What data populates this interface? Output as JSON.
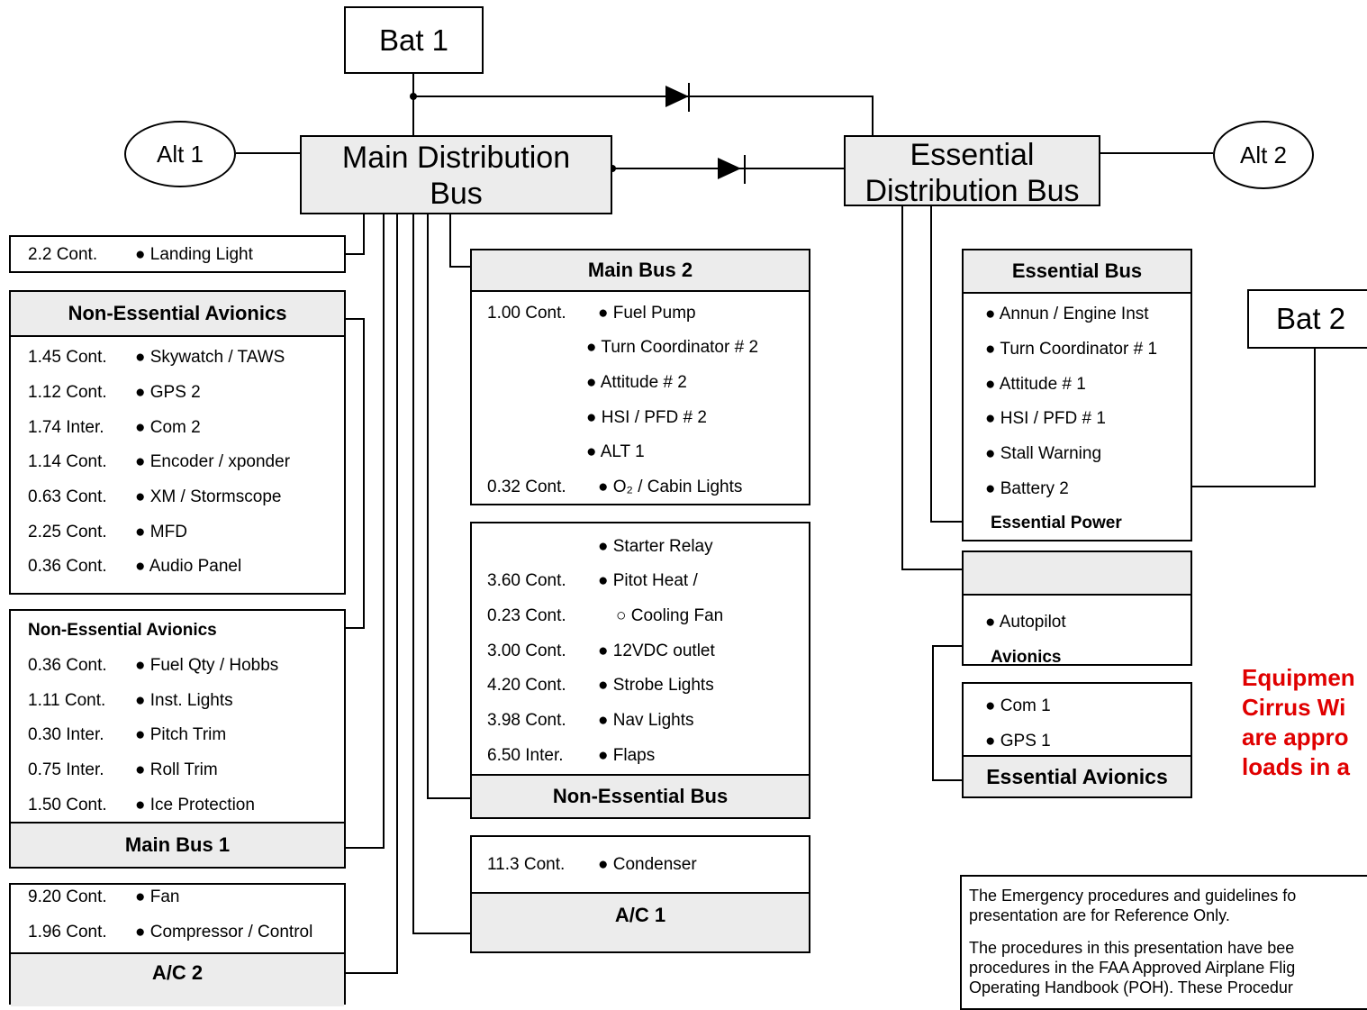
{
  "batteries": {
    "bat1": "Bat 1",
    "bat2": "Bat 2"
  },
  "alternators": {
    "alt1": "Alt 1",
    "alt2": "Alt 2"
  },
  "buses": {
    "main_distribution": [
      "Main Distribution",
      "Bus"
    ],
    "essential_distribution": [
      "Essential",
      "Distribution Bus"
    ]
  },
  "landing_light": {
    "amp": "2.2 Cont.",
    "item": "● Landing Light"
  },
  "non_essential_avionics_1": {
    "title": "Non-Essential Avionics",
    "rows": [
      {
        "amp": "1.45 Cont.",
        "item": "● Skywatch /  TAWS"
      },
      {
        "amp": "1.12 Cont.",
        "item": "● GPS 2"
      },
      {
        "amp": "1.74 Inter.",
        "item": "● Com 2"
      },
      {
        "amp": "1.14 Cont.",
        "item": "● Encoder / xponder"
      },
      {
        "amp": "0.63 Cont.",
        "item": "● XM / Stormscope"
      },
      {
        "amp": "2.25 Cont.",
        "item": "● MFD"
      },
      {
        "amp": "0.36 Cont.",
        "item": "● Audio Panel"
      }
    ]
  },
  "main_bus_1": {
    "title": "Main Bus 1",
    "rows": [
      {
        "amp": "",
        "item": "Non-Essential Avionics"
      },
      {
        "amp": "0.36 Cont.",
        "item": "● Fuel Qty / Hobbs"
      },
      {
        "amp": "1.11 Cont.",
        "item": "● Inst. Lights"
      },
      {
        "amp": "0.30 Inter.",
        "item": "● Pitch Trim"
      },
      {
        "amp": "0.75 Inter.",
        "item": "● Roll Trim"
      },
      {
        "amp": "1.50 Cont.",
        "item": "● Ice Protection"
      }
    ]
  },
  "ac_2": {
    "title": "A/C 2",
    "rows": [
      {
        "amp": "9.20 Cont.",
        "item": "● Fan"
      },
      {
        "amp": "1.96 Cont.",
        "item": "● Compressor / Control"
      }
    ]
  },
  "main_bus_2": {
    "title": "Main Bus 2",
    "rows": [
      {
        "amp": "1.00 Cont.",
        "item": "● Fuel Pump"
      },
      {
        "amp": "",
        "item": "● Turn Coordinator # 2"
      },
      {
        "amp": "",
        "item": "● Attitude # 2"
      },
      {
        "amp": "",
        "item": "● HSI / PFD # 2"
      },
      {
        "amp": "",
        "item": "● ALT 1"
      },
      {
        "amp": "0.32 Cont.",
        "item": "● O₂ / Cabin Lights"
      }
    ]
  },
  "non_essential_bus": {
    "title": "Non-Essential Bus",
    "rows": [
      {
        "amp": "",
        "item": "● Starter Relay"
      },
      {
        "amp": "3.60 Cont.",
        "item": "● Pitot Heat /"
      },
      {
        "amp": "0.23 Cont.",
        "item": "○ Cooling Fan"
      },
      {
        "amp": "3.00 Cont.",
        "item": "● 12VDC outlet"
      },
      {
        "amp": "4.20 Cont.",
        "item": "● Strobe Lights"
      },
      {
        "amp": "3.98 Cont.",
        "item": "● Nav Lights"
      },
      {
        "amp": "6.50 Inter.",
        "item": "● Flaps"
      }
    ]
  },
  "ac_1": {
    "title": "A/C 1",
    "rows": [
      {
        "amp": "11.3 Cont.",
        "item": "● Condenser"
      }
    ]
  },
  "essential_bus": {
    "title": "Essential Bus",
    "rows": [
      {
        "item": "● Annun / Engine Inst"
      },
      {
        "item": "● Turn Coordinator # 1"
      },
      {
        "item": "● Attitude # 1"
      },
      {
        "item": "● HSI / PFD # 1"
      },
      {
        "item": "● Stall Warning"
      },
      {
        "item": "● Battery 2"
      },
      {
        "item": "Essential Power"
      }
    ]
  },
  "avionics_bus": {
    "title": "",
    "rows": [
      {
        "item": "● Autopilot"
      },
      {
        "item": "Avionics"
      }
    ]
  },
  "essential_avionics": {
    "title": "Essential Avionics",
    "rows": [
      {
        "item": "● Com 1"
      },
      {
        "item": "● GPS 1"
      }
    ]
  },
  "red_note": [
    "Equipmen",
    "Cirrus Wi",
    "are appro",
    "loads in a"
  ],
  "disclaimer": [
    [
      "The Emergency procedures and guidelines fo",
      "presentation are for Reference Only."
    ],
    [
      "The procedures in this presentation have bee",
      "procedures in the FAA Approved Airplane Flig",
      "Operating Handbook (POH). These Procedur"
    ]
  ],
  "colors": {
    "header_fill": "#ececec",
    "note_red": "#e00000",
    "line": "#000000"
  }
}
